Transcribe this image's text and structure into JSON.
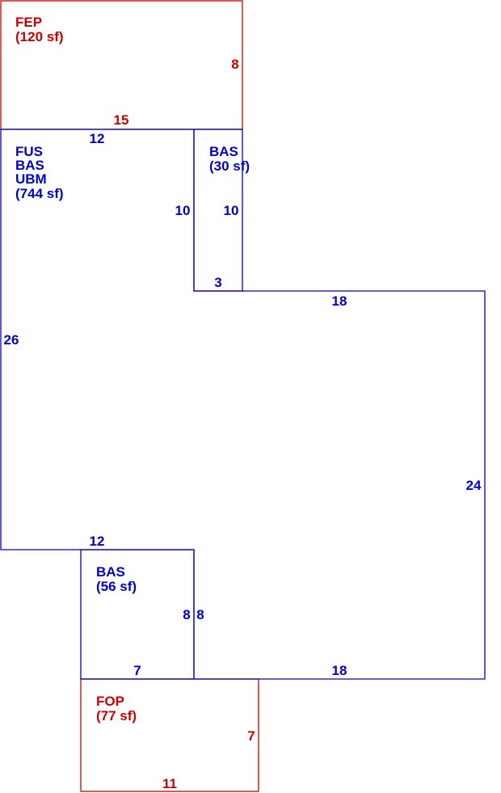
{
  "colors": {
    "living": "#0000cc",
    "porch": "#cc0000",
    "background": "#ffffff"
  },
  "areas": {
    "fep": {
      "code": "FEP",
      "area": "(120 sf)"
    },
    "main": {
      "code1": "FUS",
      "code2": "BAS",
      "code3": "UBM",
      "area": "(744 sf)"
    },
    "bas_top": {
      "code": "BAS",
      "area": "(30 sf)"
    },
    "bas_bottom": {
      "code": "BAS",
      "area": "(56 sf)"
    },
    "fop": {
      "code": "FOP",
      "area": "(77 sf)"
    }
  },
  "dimensions": {
    "fep_right": "8",
    "fep_bottom": "15",
    "main_top": "12",
    "main_notch_left": "10",
    "bas_top_right": "10",
    "bas_top_bottom": "3",
    "main_upper_right_top": "18",
    "main_left": "26",
    "main_right": "24",
    "main_bottom_left": "12",
    "bas_bottom_right_inner": "8",
    "bas_bottom_right_outer": "8",
    "bas_bottom_bottom": "7",
    "main_bottom_right": "18",
    "fop_right": "7",
    "fop_bottom": "11"
  }
}
